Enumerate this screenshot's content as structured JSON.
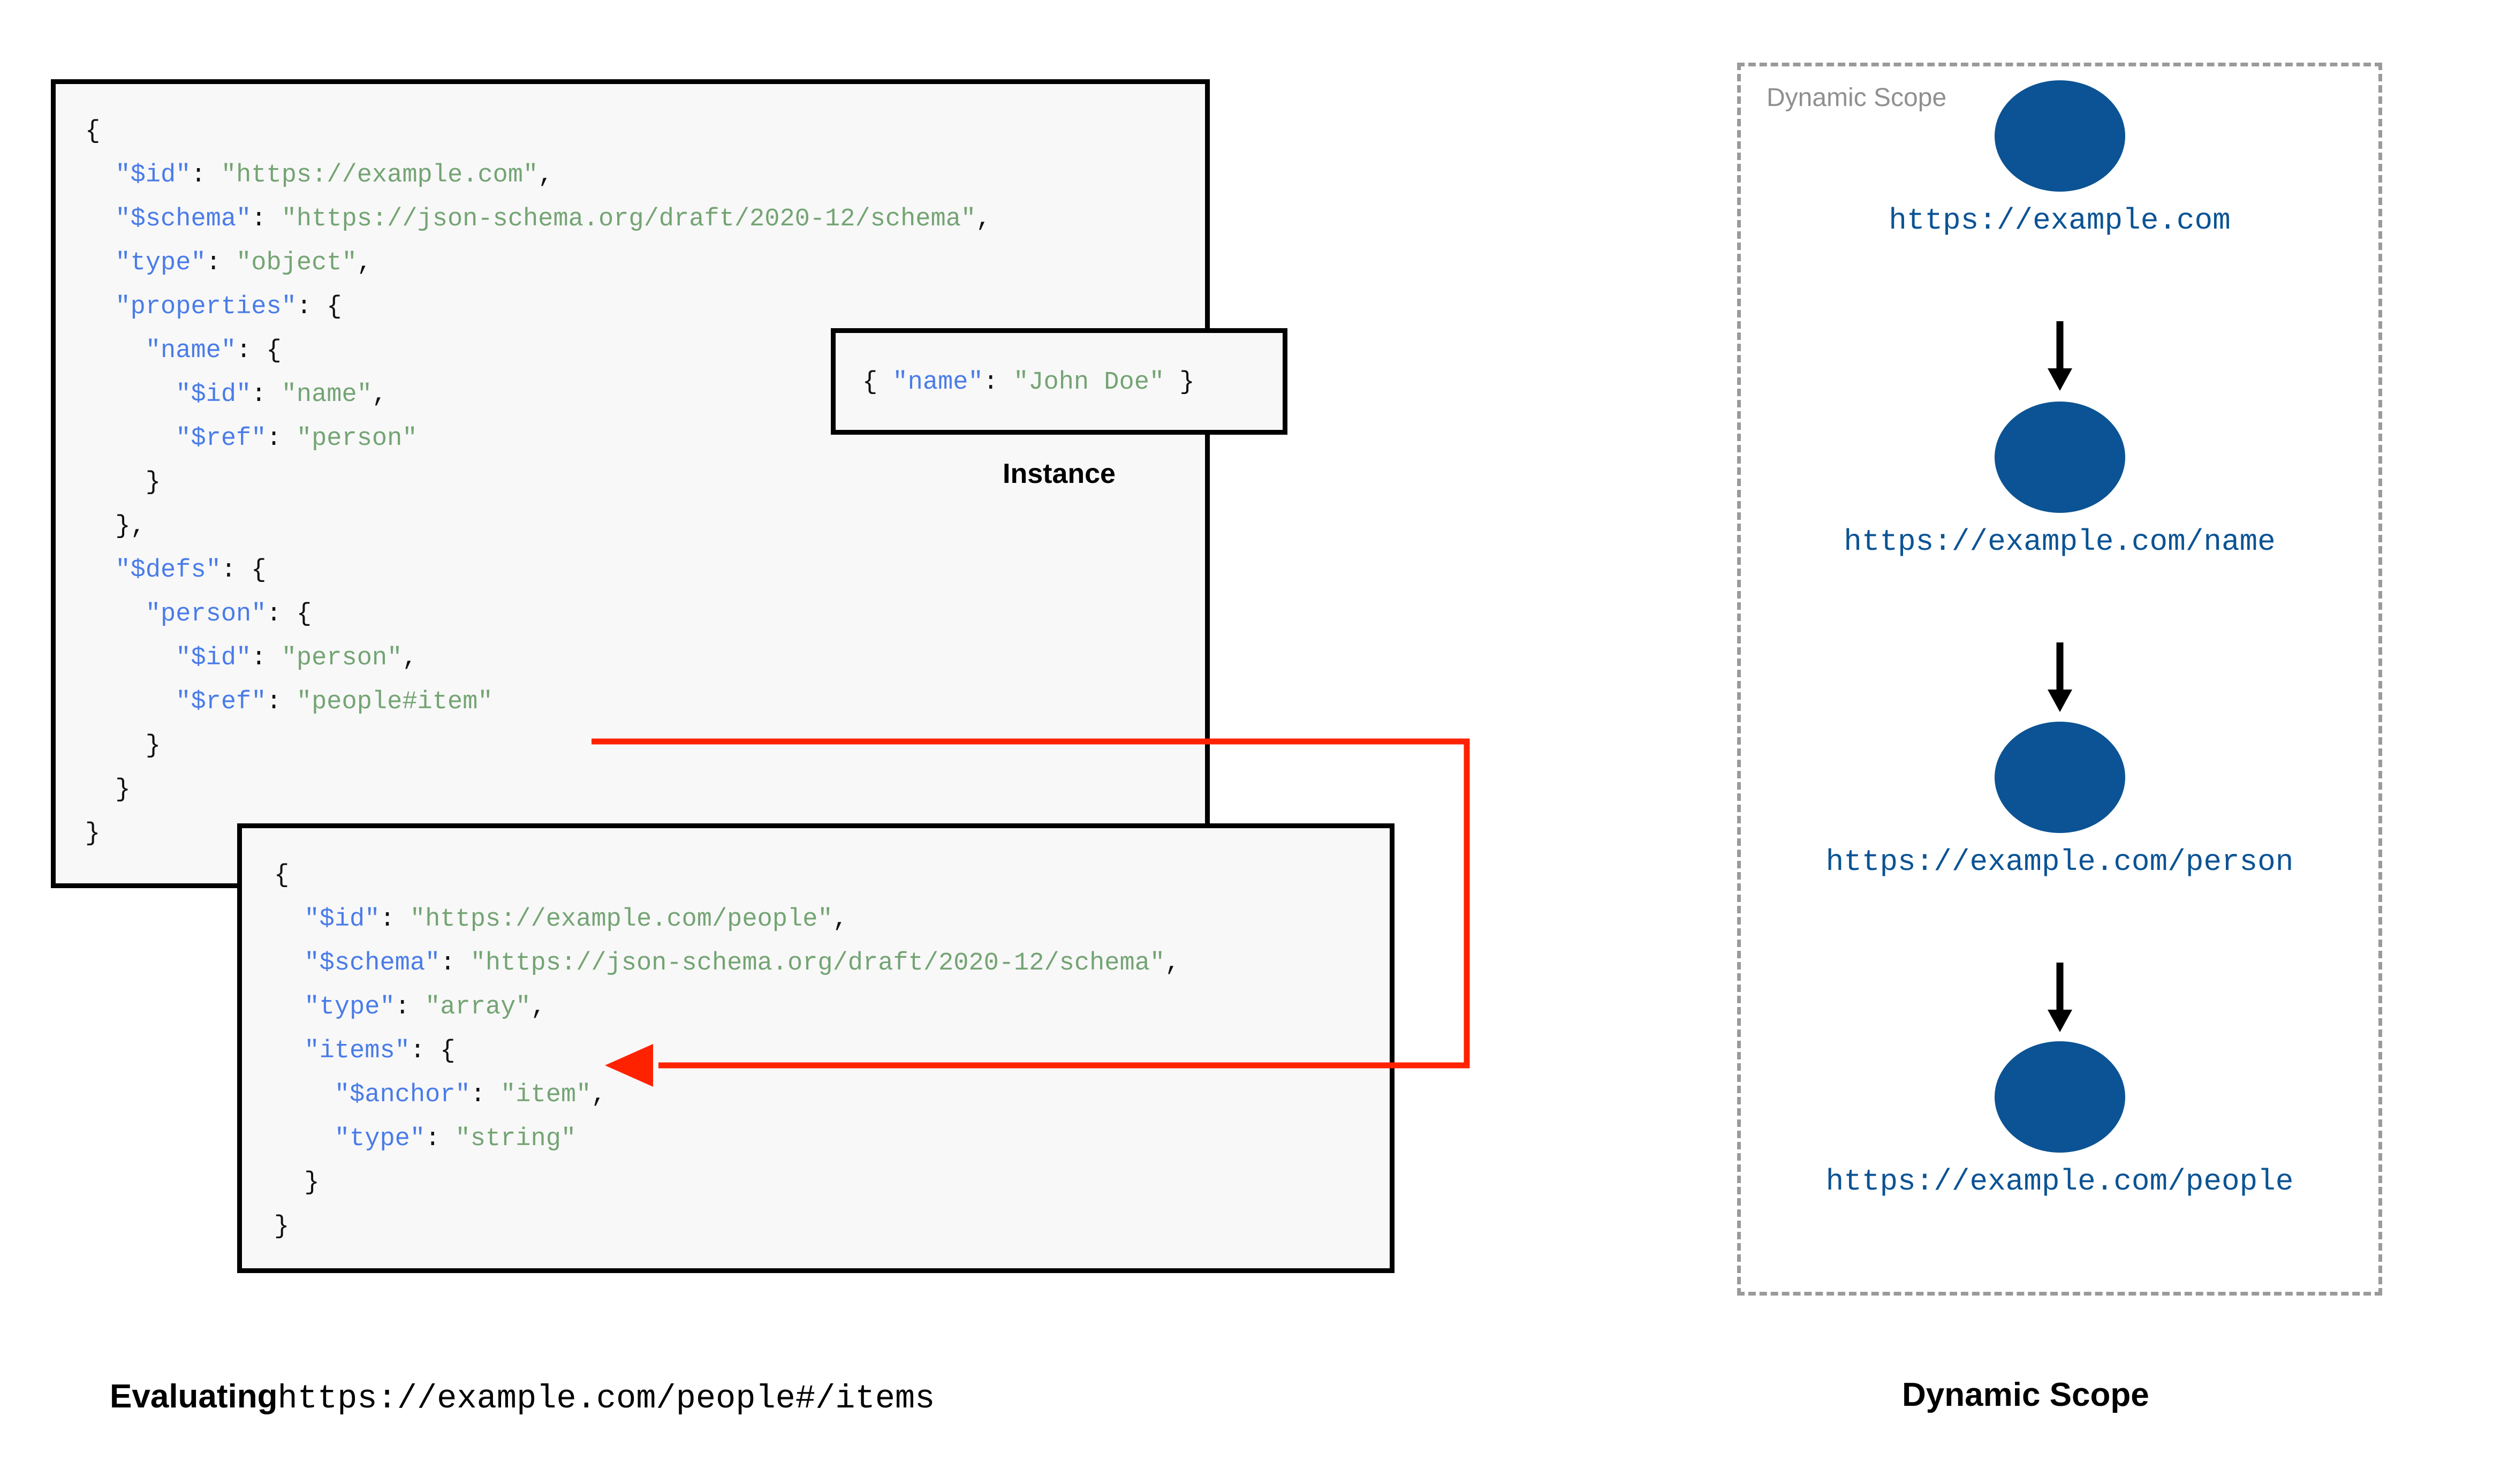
{
  "main_schema": {
    "lines": [
      [
        {
          "t": "{",
          "c": "p"
        }
      ],
      [
        {
          "t": "  ",
          "c": "p"
        },
        {
          "t": "\"$id\"",
          "c": "k"
        },
        {
          "t": ": ",
          "c": "p"
        },
        {
          "t": "\"https://example.com\"",
          "c": "s"
        },
        {
          "t": ",",
          "c": "p"
        }
      ],
      [
        {
          "t": "  ",
          "c": "p"
        },
        {
          "t": "\"$schema\"",
          "c": "k"
        },
        {
          "t": ": ",
          "c": "p"
        },
        {
          "t": "\"https://json-schema.org/draft/2020-12/schema\"",
          "c": "s"
        },
        {
          "t": ",",
          "c": "p"
        }
      ],
      [
        {
          "t": "  ",
          "c": "p"
        },
        {
          "t": "\"type\"",
          "c": "k"
        },
        {
          "t": ": ",
          "c": "p"
        },
        {
          "t": "\"object\"",
          "c": "s"
        },
        {
          "t": ",",
          "c": "p"
        }
      ],
      [
        {
          "t": "  ",
          "c": "p"
        },
        {
          "t": "\"properties\"",
          "c": "k"
        },
        {
          "t": ": {",
          "c": "p"
        }
      ],
      [
        {
          "t": "    ",
          "c": "p"
        },
        {
          "t": "\"name\"",
          "c": "k"
        },
        {
          "t": ": {",
          "c": "p"
        }
      ],
      [
        {
          "t": "      ",
          "c": "p"
        },
        {
          "t": "\"$id\"",
          "c": "k"
        },
        {
          "t": ": ",
          "c": "p"
        },
        {
          "t": "\"name\"",
          "c": "s"
        },
        {
          "t": ",",
          "c": "p"
        }
      ],
      [
        {
          "t": "      ",
          "c": "p"
        },
        {
          "t": "\"$ref\"",
          "c": "k"
        },
        {
          "t": ": ",
          "c": "p"
        },
        {
          "t": "\"person\"",
          "c": "s"
        }
      ],
      [
        {
          "t": "    }",
          "c": "p"
        }
      ],
      [
        {
          "t": "  },",
          "c": "p"
        }
      ],
      [
        {
          "t": "  ",
          "c": "p"
        },
        {
          "t": "\"$defs\"",
          "c": "k"
        },
        {
          "t": ": {",
          "c": "p"
        }
      ],
      [
        {
          "t": "    ",
          "c": "p"
        },
        {
          "t": "\"person\"",
          "c": "k"
        },
        {
          "t": ": {",
          "c": "p"
        }
      ],
      [
        {
          "t": "      ",
          "c": "p"
        },
        {
          "t": "\"$id\"",
          "c": "k"
        },
        {
          "t": ": ",
          "c": "p"
        },
        {
          "t": "\"person\"",
          "c": "s"
        },
        {
          "t": ",",
          "c": "p"
        }
      ],
      [
        {
          "t": "      ",
          "c": "p"
        },
        {
          "t": "\"$ref\"",
          "c": "k"
        },
        {
          "t": ": ",
          "c": "p"
        },
        {
          "t": "\"people#item\"",
          "c": "s"
        }
      ],
      [
        {
          "t": "    }",
          "c": "p"
        }
      ],
      [
        {
          "t": "  }",
          "c": "p"
        }
      ],
      [
        {
          "t": "}",
          "c": "p"
        }
      ]
    ]
  },
  "instance": {
    "label": "Instance",
    "lines": [
      [
        {
          "t": "{ ",
          "c": "p"
        },
        {
          "t": "\"name\"",
          "c": "k"
        },
        {
          "t": ": ",
          "c": "p"
        },
        {
          "t": "\"John Doe\"",
          "c": "s"
        },
        {
          "t": " }",
          "c": "p"
        }
      ]
    ]
  },
  "people_schema": {
    "lines": [
      [
        {
          "t": "{",
          "c": "p"
        }
      ],
      [
        {
          "t": "  ",
          "c": "p"
        },
        {
          "t": "\"$id\"",
          "c": "k"
        },
        {
          "t": ": ",
          "c": "p"
        },
        {
          "t": "\"https://example.com/people\"",
          "c": "s"
        },
        {
          "t": ",",
          "c": "p"
        }
      ],
      [
        {
          "t": "  ",
          "c": "p"
        },
        {
          "t": "\"$schema\"",
          "c": "k"
        },
        {
          "t": ": ",
          "c": "p"
        },
        {
          "t": "\"https://json-schema.org/draft/2020-12/schema\"",
          "c": "s"
        },
        {
          "t": ",",
          "c": "p"
        }
      ],
      [
        {
          "t": "  ",
          "c": "p"
        },
        {
          "t": "\"type\"",
          "c": "k"
        },
        {
          "t": ": ",
          "c": "p"
        },
        {
          "t": "\"array\"",
          "c": "s"
        },
        {
          "t": ",",
          "c": "p"
        }
      ],
      [
        {
          "t": "  ",
          "c": "p"
        },
        {
          "t": "\"items\"",
          "c": "k"
        },
        {
          "t": ": {",
          "c": "p"
        }
      ],
      [
        {
          "t": "    ",
          "c": "p"
        },
        {
          "t": "\"$anchor\"",
          "c": "k"
        },
        {
          "t": ": ",
          "c": "p"
        },
        {
          "t": "\"item\"",
          "c": "s"
        },
        {
          "t": ",",
          "c": "p"
        }
      ],
      [
        {
          "t": "    ",
          "c": "p"
        },
        {
          "t": "\"type\"",
          "c": "k"
        },
        {
          "t": ": ",
          "c": "p"
        },
        {
          "t": "\"string\"",
          "c": "s"
        }
      ],
      [
        {
          "t": "  }",
          "c": "p"
        }
      ],
      [
        {
          "t": "}",
          "c": "p"
        }
      ]
    ]
  },
  "ref_arrow": {
    "color": "#ff2200",
    "from": "$ref: people#item",
    "to": "$anchor: item"
  },
  "dynamic_scope": {
    "title": "Dynamic Scope",
    "caption": "Dynamic Scope",
    "circle_color": "#0b5394",
    "nodes": [
      {
        "url": "https://example.com"
      },
      {
        "url": "https://example.com/name"
      },
      {
        "url": "https://example.com/person"
      },
      {
        "url": "https://example.com/people"
      }
    ]
  },
  "evaluating_caption": {
    "bold": "Evaluating",
    "mono": "https://example.com/people#/items"
  }
}
